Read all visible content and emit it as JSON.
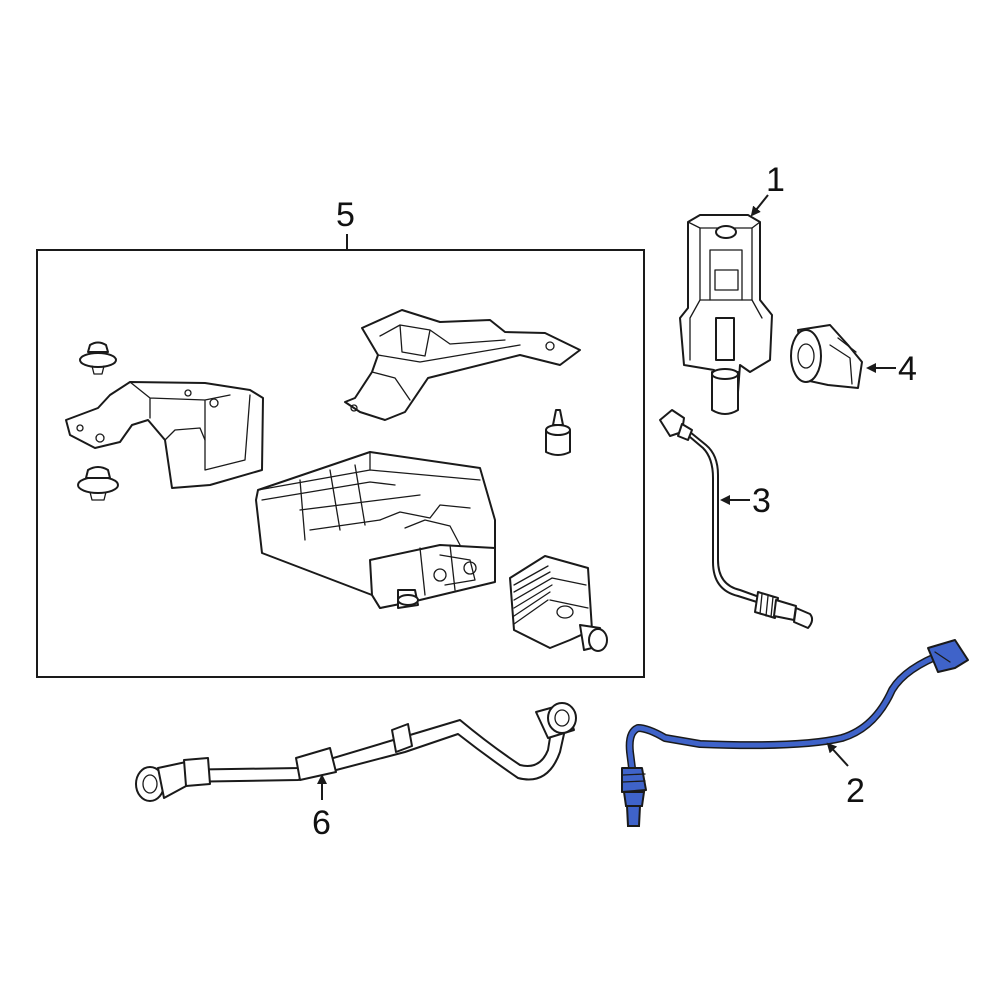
{
  "callouts": {
    "c1": "1",
    "c2": "2",
    "c3": "3",
    "c4": "4",
    "c5": "5",
    "c6": "6"
  },
  "colors": {
    "line": "#1a1a1a",
    "highlight": "#2b4aa8",
    "highlight_fill": "#3f63c9"
  }
}
